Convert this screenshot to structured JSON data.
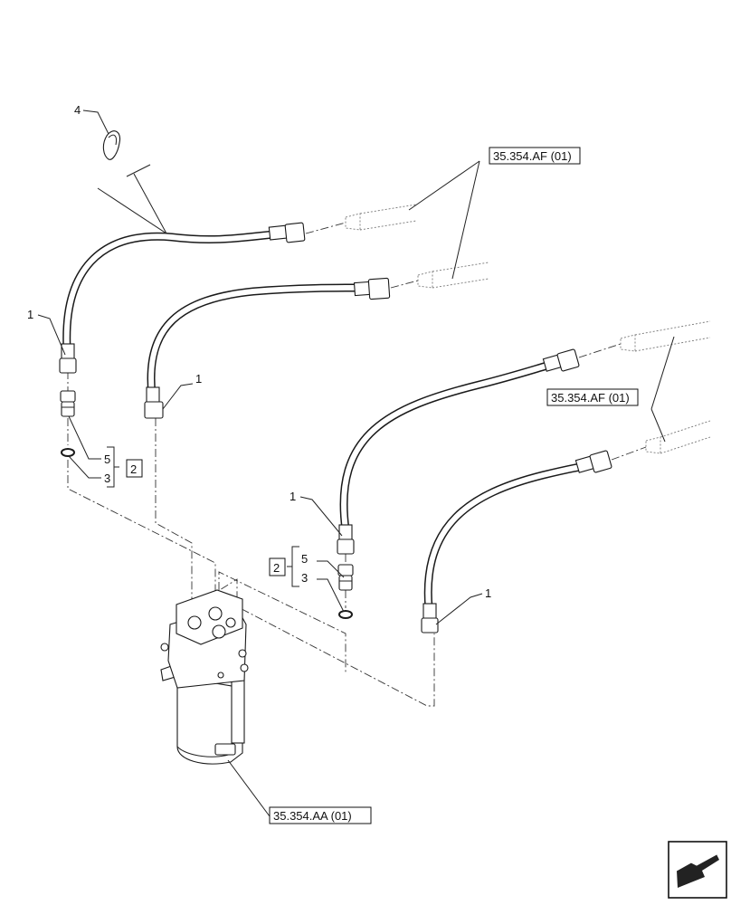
{
  "labels": {
    "item_1": "1",
    "item_2": "2",
    "item_3": "3",
    "item_4": "4",
    "item_5": "5"
  },
  "references": {
    "top_right": "35.354.AF (01)",
    "mid_right": "35.354.AF (01)",
    "bottom": "35.354.AA (01)"
  },
  "icons": {
    "corner": "navigation-arrow-icon"
  }
}
